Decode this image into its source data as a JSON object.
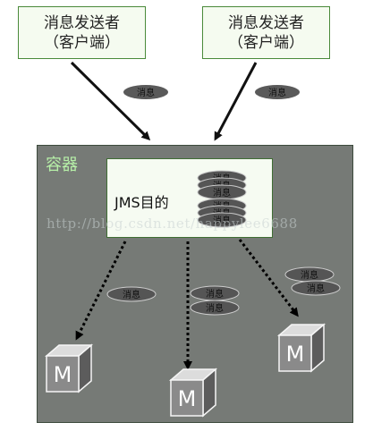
{
  "senders": [
    {
      "line1": "消息发送者",
      "line2": "（客户端）"
    },
    {
      "line1": "消息发送者",
      "line2": "（客户端）"
    }
  ],
  "container": {
    "label": "容器"
  },
  "destination": {
    "label": "JMS目的"
  },
  "message_label": "消息",
  "consumer_label": "M",
  "watermark": "http://blog.csdn.net/happylee6688",
  "colors": {
    "sender_border": "#4a8a3a",
    "container_fill": "#767a76",
    "container_label": "#b7f0a8",
    "pill_fill": "#5a5a5a",
    "cube_front": "#8a8a8a"
  }
}
